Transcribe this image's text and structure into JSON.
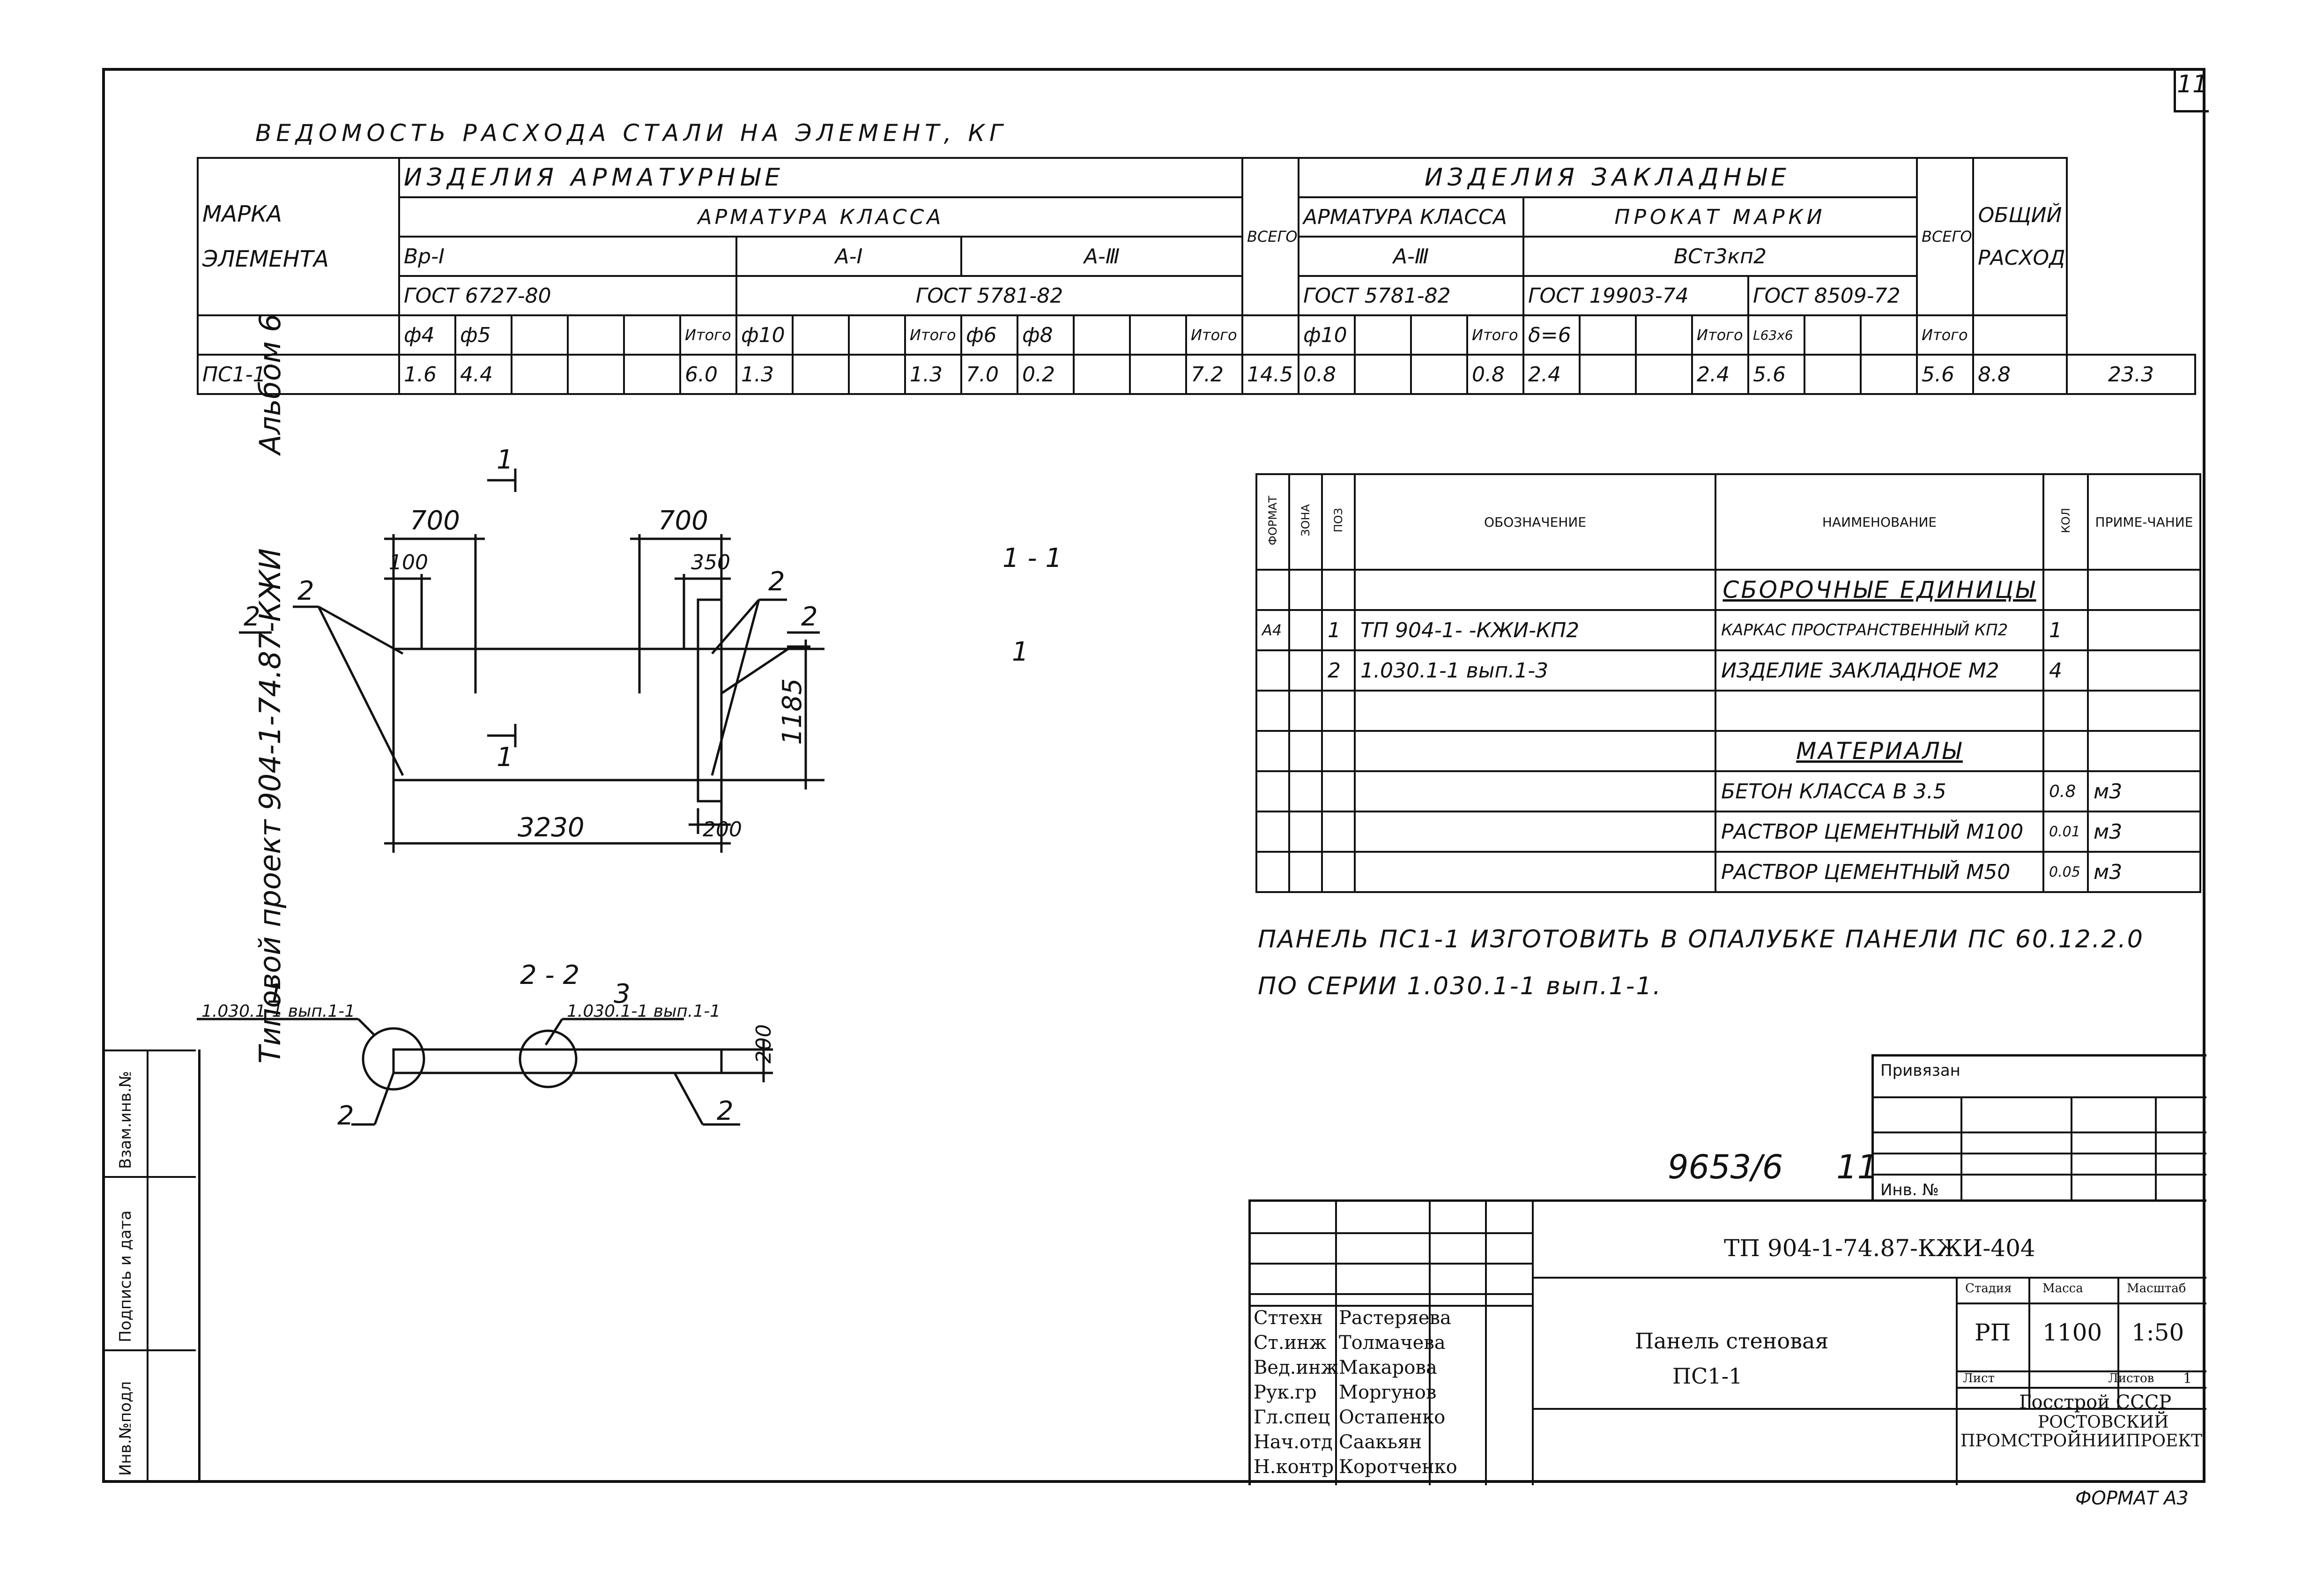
{
  "sheet_number": "11",
  "sidebar": {
    "album": "Альбом 6",
    "project": "Типовой проект 904-1-74.87-КЖИ",
    "inv_no": "Инв.№подл",
    "signature_date": "Подпись и дата",
    "replace_inv": "Взам.инв.№"
  },
  "steel_table": {
    "title": "ВЕДОМОСТЬ РАСХОДА СТАЛИ НА ЭЛЕМЕНТ, КГ",
    "mark_label_1": "МАРКА",
    "mark_label_2": "ЭЛЕМЕНТА",
    "group_rebar": "ИЗДЕЛИЯ АРМАТУРНЫЕ",
    "rebar_class": "АРМАТУРА КЛАССА",
    "class_bp": "Вр-I",
    "class_a1": "А-I",
    "class_a3": "А-Ⅲ",
    "gost_bp": "ГОСТ 6727-80",
    "gost_a": "ГОСТ 5781-82",
    "total": "ВСЕГО",
    "itogo": "Итого",
    "d4": "ф4",
    "d5": "ф5",
    "d10": "ф10",
    "d6": "ф6",
    "d8": "ф8",
    "group_embed": "ИЗДЕЛИЯ ЗАКЛАДНЫЕ",
    "embed_rebar_class": "АРМАТУРА КЛАССА",
    "embed_class": "А-Ⅲ",
    "embed_gost": "ГОСТ 5781-82",
    "prokat": "ПРОКАТ МАРКИ",
    "prokat_mark": "ВСт3кп2",
    "gost_19903": "ГОСТ 19903-74",
    "gost_8509": "ГОСТ 8509-72",
    "e_d10": "ф10",
    "e_t6": "δ=6",
    "e_l63": "L63х6",
    "total_label_1": "ОБЩИЙ",
    "total_label_2": "РАСХОД",
    "row": {
      "mark": "ПС1-1",
      "v1": "1.6",
      "v2": "4.4",
      "i1": "6.0",
      "v3": "1.3",
      "i2": "1.3",
      "v4": "7.0",
      "v5": "0.2",
      "i3": "7.2",
      "sum1": "14.5",
      "v6": "0.8",
      "i4": "0.8",
      "v7": "2.4",
      "i5": "2.4",
      "v8": "5.6",
      "i6": "5.6",
      "sum2": "8.8",
      "grand": "23.3"
    }
  },
  "drawing": {
    "dim_700a": "700",
    "dim_700b": "700",
    "dim_100": "100",
    "dim_350": "350",
    "dim_1185": "1185",
    "dim_3230": "3230",
    "dim_200": "200",
    "dim_200b": "200",
    "mark_1": "1",
    "mark_2": "2",
    "section_11": "1 - 1",
    "section_22": "2 - 2",
    "ref_1": "1",
    "ref_3": "3",
    "ref_text_1": "1.030.1-1 вып.1-1",
    "ref_text_3": "1.030.1-1 вып.1-1"
  },
  "spec": {
    "h_format": "ФОРМАТ",
    "h_zone": "ЗОНА",
    "h_pos": "ПОЗ",
    "h_designation": "ОБОЗНАЧЕНИЕ",
    "h_name": "НАИМЕНОВАНИЕ",
    "h_qty": "КОЛ",
    "h_note": "ПРИМЕ-ЧАНИЕ",
    "sec_assembly": "СБОРОЧНЫЕ ЕДИНИЦЫ",
    "r1_format": "А4",
    "r1_pos": "1",
    "r1_des": "ТП 904-1-    -КЖИ-КП2",
    "r1_name": "КАРКАС ПРОСТРАНСТВЕННЫЙ КП2",
    "r1_qty": "1",
    "r2_pos": "2",
    "r2_des": "1.030.1-1 вып.1-3",
    "r2_name": "ИЗДЕЛИЕ ЗАКЛАДНОЕ М2",
    "r2_qty": "4",
    "sec_materials": "МАТЕРИАЛЫ",
    "m1_name": "БЕТОН КЛАССА В 3.5",
    "m1_qty": "0.8",
    "m1_unit": "м3",
    "m2_name": "РАСТВОР ЦЕМЕНТНЫЙ М100",
    "m2_qty": "0.01",
    "m2_unit": "м3",
    "m3_name": "РАСТВОР ЦЕМЕНТНЫЙ М50",
    "m3_qty": "0.05",
    "m3_unit": "м3"
  },
  "note": "ПАНЕЛЬ ПС1-1 ИЗГОТОВИТЬ В ОПАЛУБКЕ ПАНЕЛИ ПС 60.12.2.0 ПО СЕРИИ 1.030.1-1 вып.1-1.",
  "attach": {
    "label": "Привязан",
    "inv": "Инв. №"
  },
  "handwritten_code": "9653/6",
  "handwritten_sheet": "11",
  "title_block": {
    "doc_code": "ТП 904-1-74.87-КЖИ-404",
    "product_1": "Панель стеновая",
    "product_2": "ПС1-1",
    "stage_h": "Стадия",
    "mass_h": "Масса",
    "scale_h": "Масштаб",
    "stage": "РП",
    "mass": "1100",
    "scale": "1:50",
    "sheet_h": "Лист",
    "sheets_h": "Листов",
    "sheets": "1",
    "org_1": "Госстрой СССР",
    "org_2": "РОСТОВСКИЙ",
    "org_3": "ПРОМСТРОЙНИИПРОЕКТ",
    "roles": [
      "Сттехн",
      "Ст.инж",
      "Вед.инж",
      "Рук.гр",
      "Гл.спец",
      "Нач.отд",
      "Н.контр"
    ],
    "names": [
      "Растеряева",
      "Толмачева",
      "Макарова",
      "Моргунов",
      "Остапенко",
      "Саакьян",
      "Коротченко"
    ]
  },
  "format": "ФОРМАТ А3"
}
